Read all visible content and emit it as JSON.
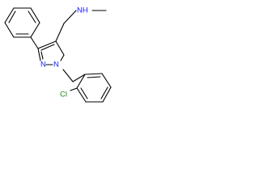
{
  "molecule": {
    "atoms": {
      "nh": "NH",
      "n1": "N",
      "n2": "N",
      "cl": "Cl"
    },
    "colors": {
      "bond": "#000000",
      "nitrogen": "#1a1aff",
      "chlorine": "#1a8c1a",
      "hydrogen": "#000000"
    }
  }
}
